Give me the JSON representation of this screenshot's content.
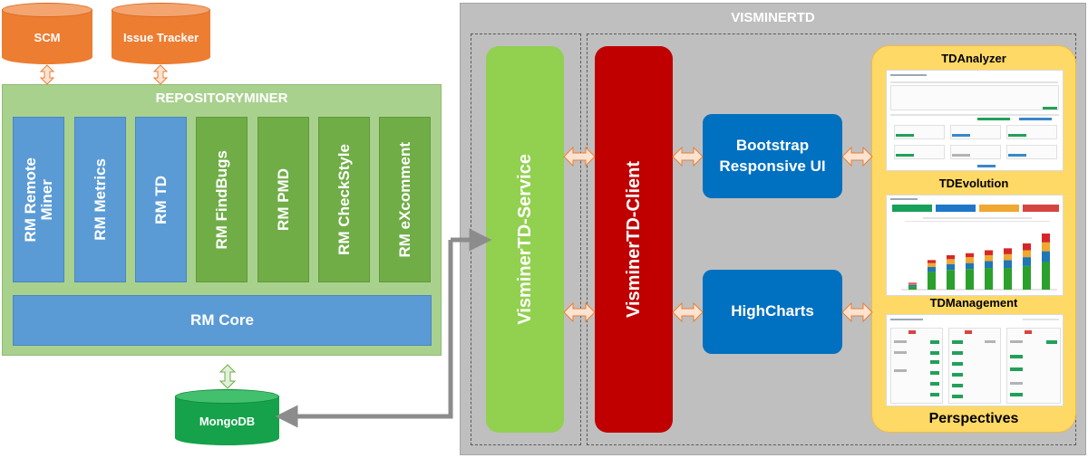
{
  "sources": {
    "scm": "SCM",
    "issue_tracker": "Issue Tracker"
  },
  "repositoryminer": {
    "title": "REPOSITORYMINER",
    "modules": [
      "RM Remote\nMiner",
      "RM Metrics",
      "RM TD",
      "RM FindBugs",
      "RM PMD",
      "RM CheckStyle",
      "RM eXcomment"
    ],
    "core": "RM Core"
  },
  "database": "MongoDB",
  "visminertd": {
    "title": "VISMINERTD",
    "service": "VisminerTD-Service",
    "client": "VisminerTD-Client",
    "bootstrap": "Bootstrap\nResponsive UI",
    "highcharts": "HighCharts",
    "perspectives": {
      "label": "Perspectives",
      "analyzer": "TDAnalyzer",
      "evolution": "TDEvolution",
      "management": "TDManagement"
    }
  },
  "colors": {
    "orange": "#ed7d31",
    "repo_bg": "#a9d18e",
    "rm_blue": "#5b9bd5",
    "rm_green": "#70ad47",
    "mongo_green": "#15a24a",
    "service_green": "#92d050",
    "client_red": "#c00000",
    "ui_blue": "#0070c0",
    "perspective_yellow": "#ffd966",
    "container_gray": "#bfbfbf"
  },
  "evolution_chart": {
    "type": "bar",
    "stacks": [
      [
        3,
        2,
        1,
        1
      ],
      [
        18,
        5,
        4,
        3
      ],
      [
        20,
        6,
        5,
        4
      ],
      [
        21,
        6,
        6,
        4
      ],
      [
        22,
        7,
        6,
        5
      ],
      [
        22,
        8,
        6,
        6
      ],
      [
        24,
        9,
        7,
        7
      ],
      [
        28,
        11,
        9,
        9
      ]
    ],
    "stack_colors": [
      "#2ca02c",
      "#1f77b4",
      "#f0a830",
      "#d62728"
    ]
  }
}
